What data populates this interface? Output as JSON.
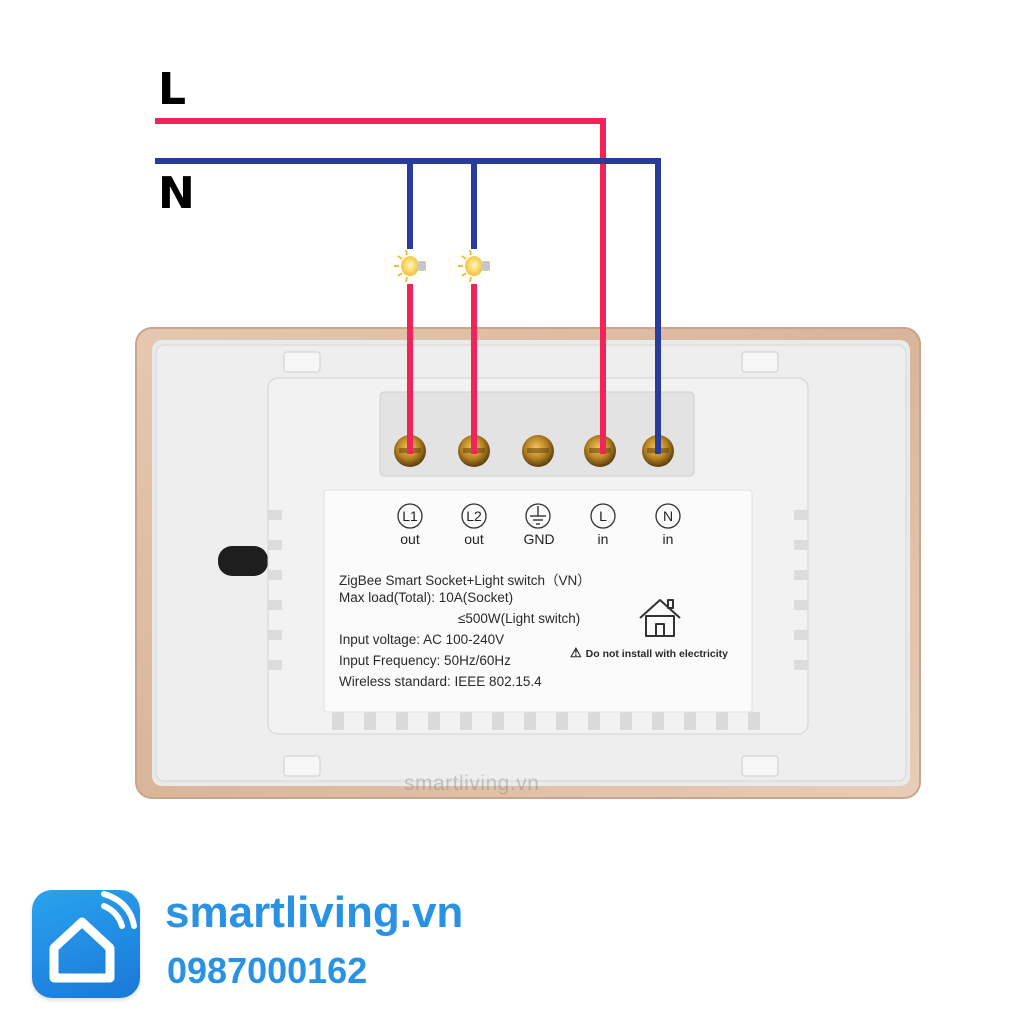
{
  "wires": {
    "live_label": "L",
    "neutral_label": "N",
    "live_color": "#f0245a",
    "neutral_color": "#283c9b"
  },
  "terminals": [
    {
      "symbol": "L1",
      "sub": "out"
    },
    {
      "symbol": "L2",
      "sub": "out"
    },
    {
      "symbol": "ground-symbol",
      "sub": "GND"
    },
    {
      "symbol": "L",
      "sub": "in"
    },
    {
      "symbol": "N",
      "sub": "in"
    }
  ],
  "specs": {
    "title": "ZigBee Smart Socket+Light switch（VN）",
    "max_load": "Max load(Total): 10A(Socket)",
    "max_load_light": "≤500W(Light switch)",
    "input_voltage": "Input voltage: AC 100-240V",
    "input_frequency": "Input Frequency: 50Hz/60Hz",
    "wireless": "Wireless standard: IEEE 802.15.4",
    "warning": "Do not install with electricity",
    "house_icon": "house-icon",
    "warning_icon": "warning-triangle-icon"
  },
  "watermark": "smartliving.vn",
  "brand": {
    "name": "smartliving.vn",
    "phone": "0987000162",
    "icon": "smart-home-wifi-icon",
    "color": "#2a92e3"
  }
}
